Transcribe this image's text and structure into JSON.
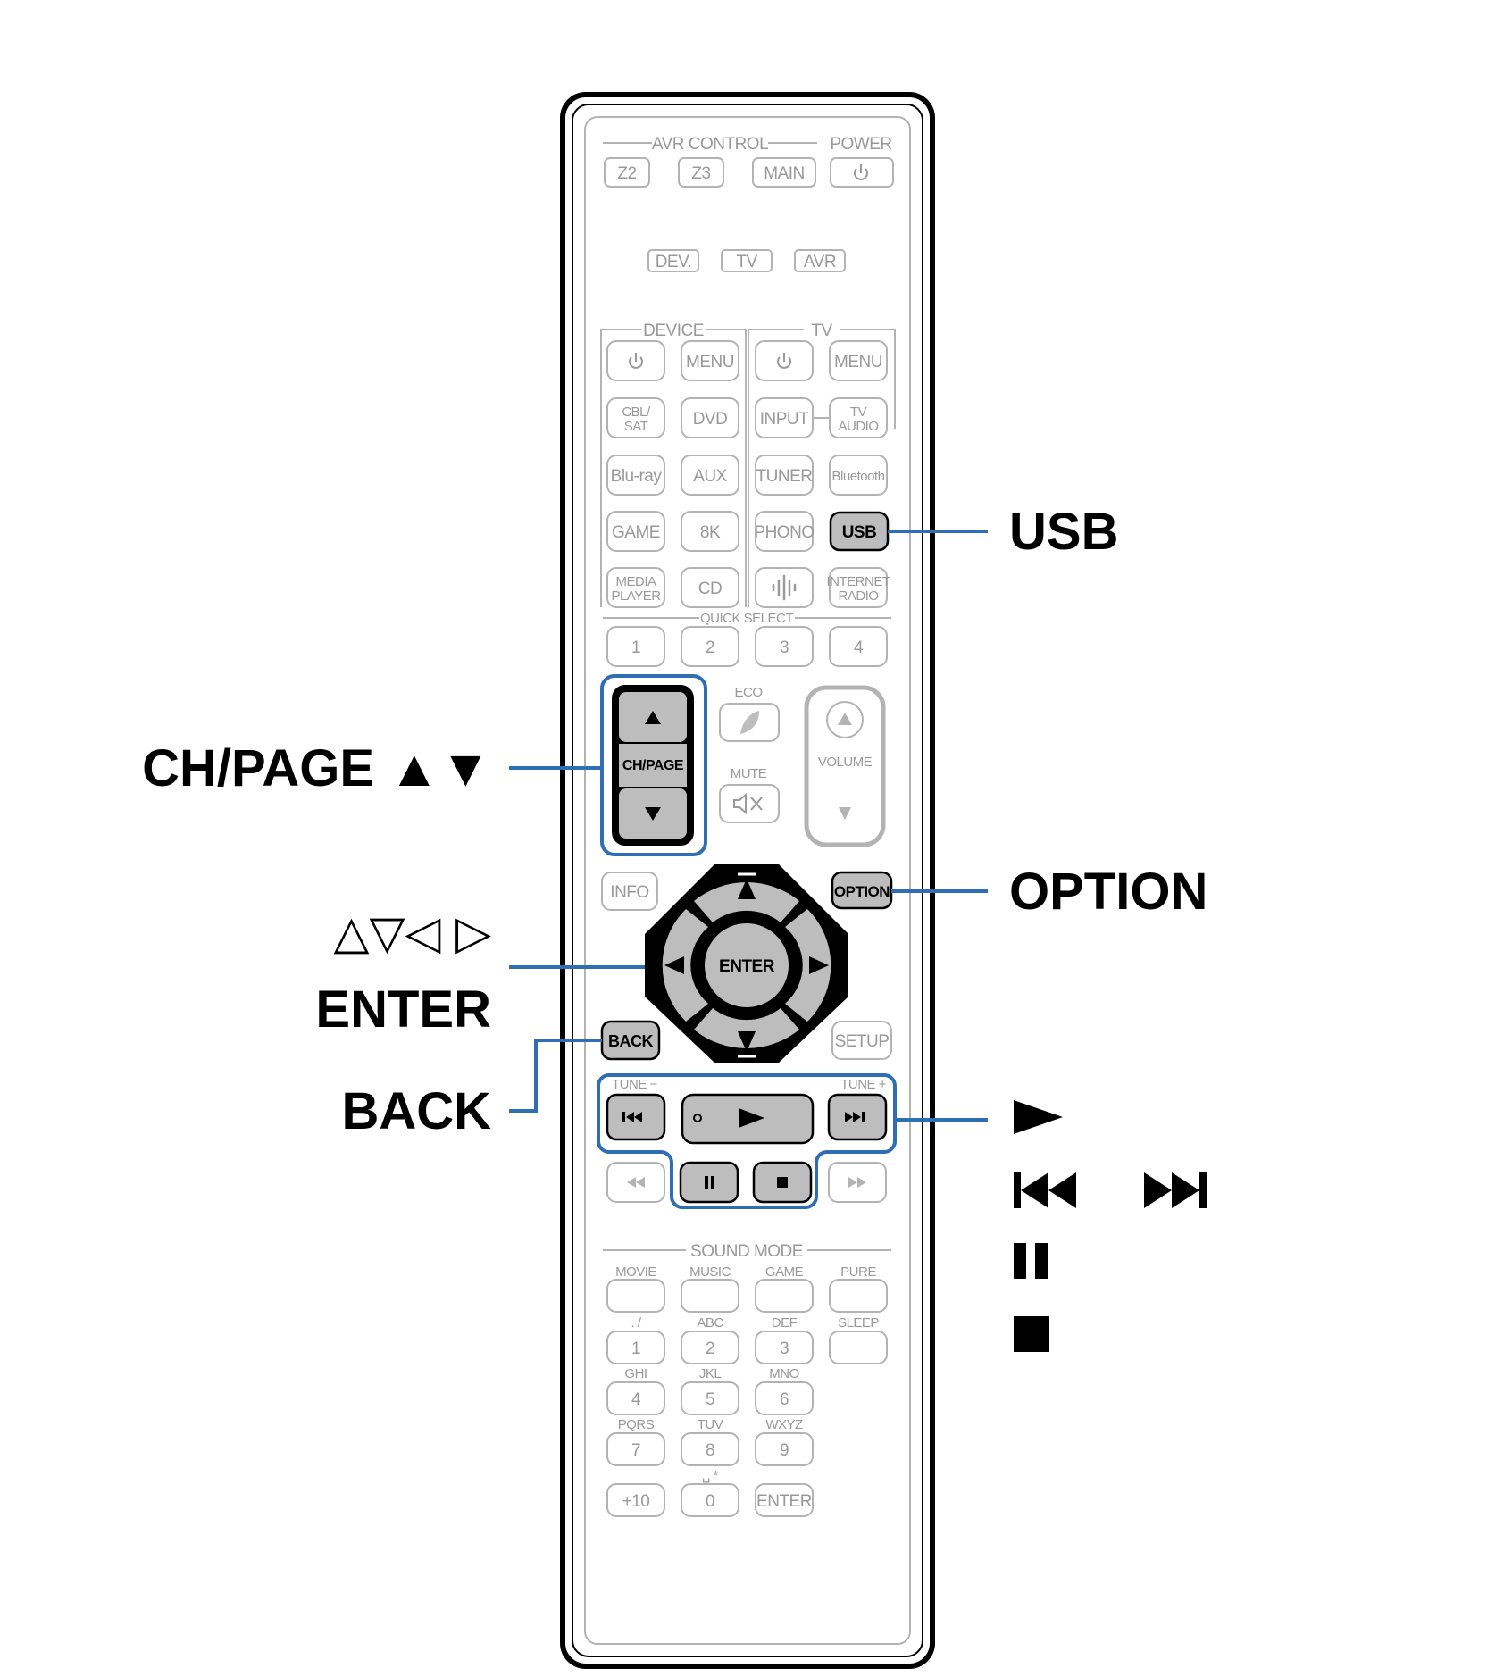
{
  "colors": {
    "accent": "#2f6db5",
    "dim": "#b3b3b3",
    "dim_text": "#999999",
    "highlight_fill": "#bdbdbd",
    "dpad_fill": "#000000"
  },
  "remote": {
    "section_avr_control": "AVR CONTROL",
    "section_power": "POWER",
    "z2": "Z2",
    "z3": "Z3",
    "main": "MAIN",
    "power_icon": "power-icon",
    "dev": "DEV.",
    "tv": "TV",
    "avr": "AVR",
    "section_device": "DEVICE",
    "section_tv": "TV",
    "menu": "MENU",
    "cbl_sat_1": "CBL/",
    "cbl_sat_2": "SAT",
    "dvd": "DVD",
    "input": "INPUT",
    "tv_audio_1": "TV",
    "tv_audio_2": "AUDIO",
    "bluray": "Blu-ray",
    "aux": "AUX",
    "tuner": "TUNER",
    "bluetooth": "Bluetooth",
    "game": "GAME",
    "8k": "8K",
    "phono": "PHONO",
    "usb": "USB",
    "media_player_1": "MEDIA",
    "media_player_2": "PLAYER",
    "cd": "CD",
    "internet_radio_1": "INTERNET",
    "internet_radio_2": "RADIO",
    "quick_select": "QUICK SELECT",
    "qs": [
      "1",
      "2",
      "3",
      "4"
    ],
    "eco": "ECO",
    "mute": "MUTE",
    "ch_page": "CH/PAGE",
    "volume": "VOLUME",
    "info": "INFO",
    "option": "OPTION",
    "enter": "ENTER",
    "back": "BACK",
    "setup": "SETUP",
    "tune_minus": "TUNE −",
    "tune_plus": "TUNE +",
    "sound_mode": "SOUND MODE",
    "movie": "MOVIE",
    "music": "MUSIC",
    "game2": "GAME",
    "pure": "PURE",
    "sleep": "SLEEP",
    "keypad": [
      {
        "sub": ". /",
        "num": "1"
      },
      {
        "sub": "ABC",
        "num": "2"
      },
      {
        "sub": "DEF",
        "num": "3"
      },
      {
        "sub": "GHI",
        "num": "4"
      },
      {
        "sub": "JKL",
        "num": "5"
      },
      {
        "sub": "MNO",
        "num": "6"
      },
      {
        "sub": "PQRS",
        "num": "7"
      },
      {
        "sub": "TUV",
        "num": "8"
      },
      {
        "sub": "WXYZ",
        "num": "9"
      }
    ],
    "plus10": "+10",
    "zero": "0",
    "zero_sub": "␣ *",
    "enter2": "ENTER"
  },
  "callouts": {
    "usb": "USB",
    "ch_page": "CH/PAGE ▲▼",
    "option": "OPTION",
    "cursor": "△▽◁ ▷",
    "enter": "ENTER",
    "back": "BACK",
    "play": "►",
    "skip": "◄◄ ►►",
    "pause": "❚❚",
    "stop": "■"
  }
}
